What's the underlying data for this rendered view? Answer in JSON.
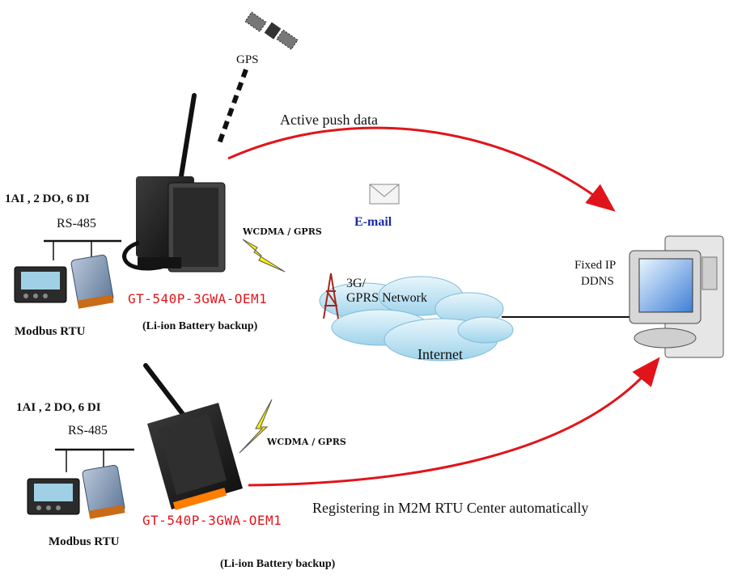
{
  "top_system": {
    "io_label": "1AI , 2 DO, 6 DI",
    "bus_label": "RS-485",
    "device_name": "Modbus RTU",
    "model": "GT-540P-3GWA-OEM1",
    "battery": "(Li-ion Battery backup)",
    "link_label": "WCDMA / GPRS"
  },
  "bottom_system": {
    "io_label": "1AI , 2 DO, 6 DI",
    "bus_label": "RS-485",
    "device_name": "Modbus RTU",
    "model": "GT-540P-3GWA-OEM1",
    "battery": "(Li-ion Battery backup)",
    "link_label": "WCDMA / GPRS"
  },
  "gps_label": "GPS",
  "push_label": "Active push data",
  "email_label": "E-mail",
  "network": {
    "cell_label_1": "3G/",
    "cell_label_2": "GPRS Network",
    "internet_label": "Internet"
  },
  "server": {
    "line1": "Fixed IP",
    "line2": "DDNS"
  },
  "register_label": "Registering in M2M RTU Center automatically",
  "colors": {
    "arrow": "#e0151b",
    "email": "#1a2aa8",
    "model_text": "#e0151b",
    "bolt": "#ffee00",
    "cloud": "#bfe3f3"
  }
}
